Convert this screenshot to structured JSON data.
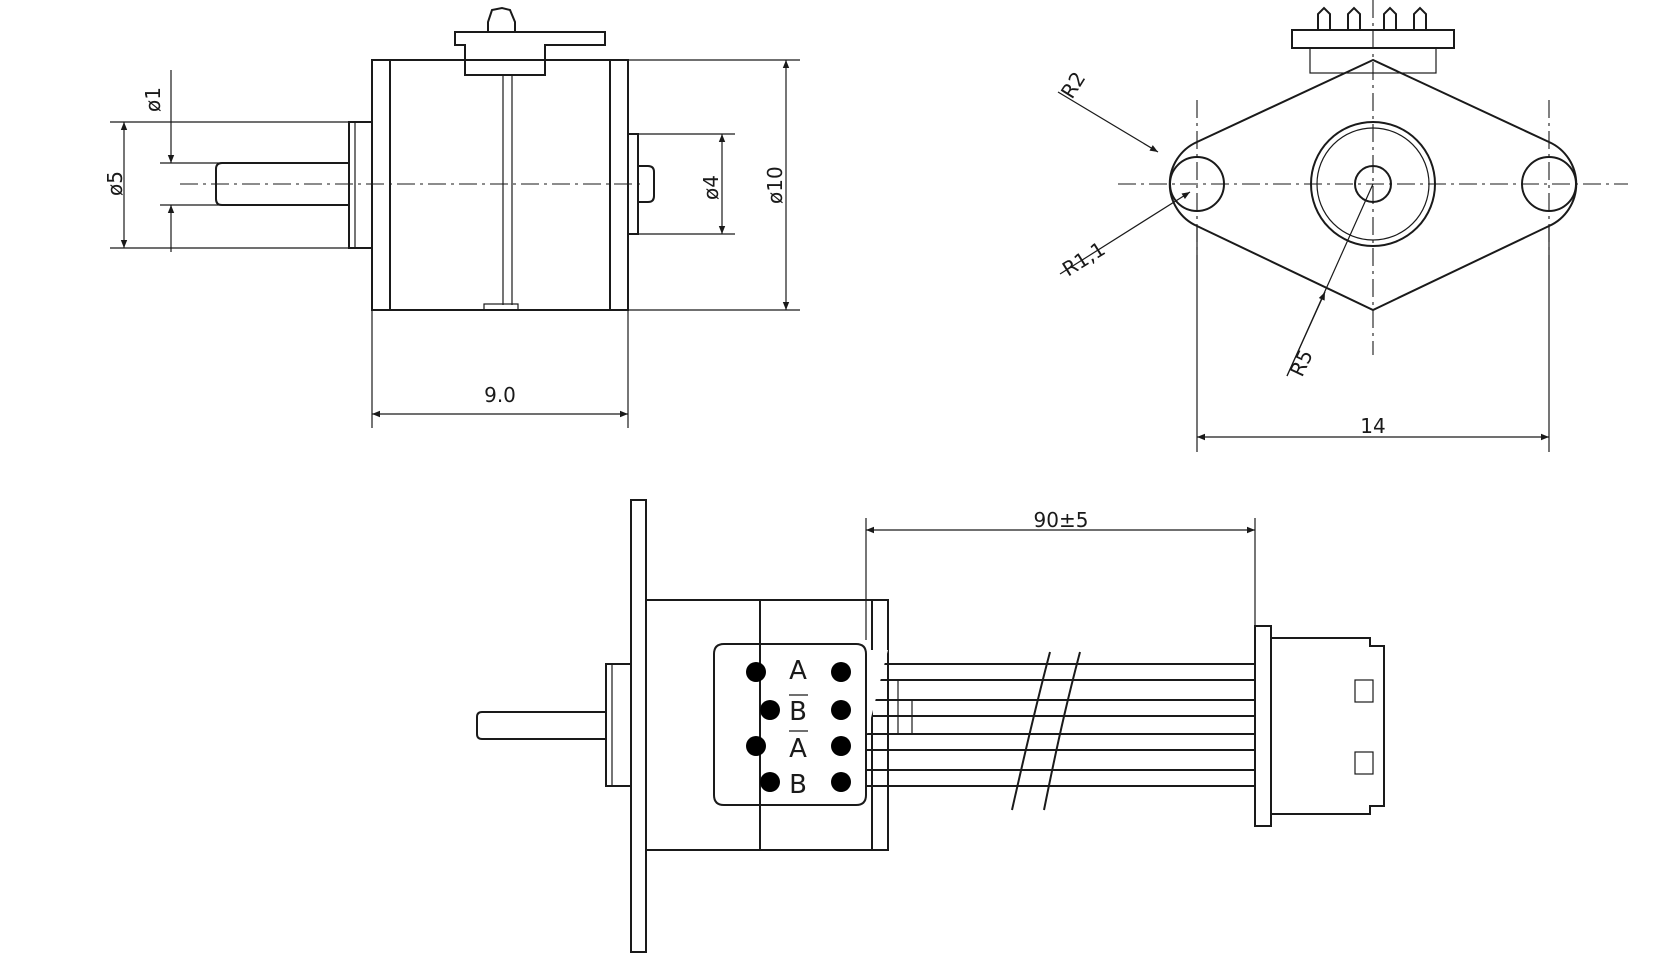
{
  "side_view": {
    "dims": {
      "d1": "ø1",
      "d5": "ø5",
      "d4": "ø4",
      "d10": "ø10",
      "length": "9.0"
    }
  },
  "front_view": {
    "dims": {
      "r2": "R2",
      "r11": "R1,1",
      "r5": "R5",
      "width": "14"
    }
  },
  "wiring_view": {
    "dims": {
      "lead_length": "90±5"
    },
    "pins": {
      "p1": "A",
      "p2": "B",
      "p3": "A",
      "p4": "B"
    }
  },
  "colors": {
    "line": "#1a1a1a",
    "background": "#ffffff"
  }
}
